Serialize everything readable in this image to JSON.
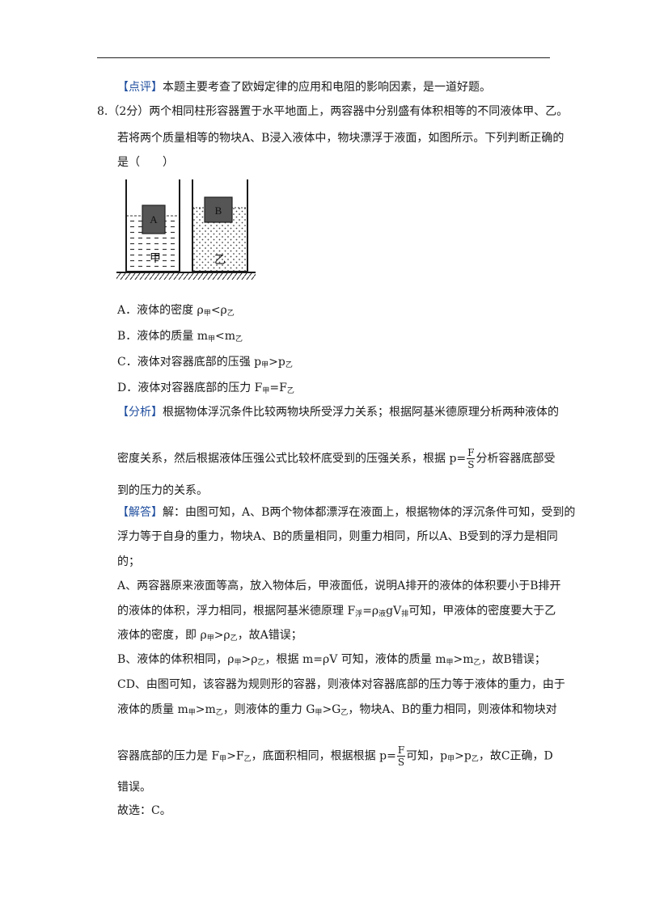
{
  "remark": {
    "tag": "【点评】",
    "text": "本题主要考查了欧姆定律的应用和电阻的影响因素，是一道好题。"
  },
  "question": {
    "line1": "8.（2分）两个相同柱形容器置于水平地面上，两容器中分别盛有体积相等的不同液体甲、乙。",
    "line2": "若将两个质量相等的物块A、B浸入液体中，物块漂浮于液面，如图所示。下列判断正确的",
    "line3": "是（　　）"
  },
  "figure": {
    "block_a": "A",
    "block_b": "B",
    "liquid_jia": "甲",
    "liquid_yi": "乙"
  },
  "options": {
    "a": {
      "pre": "A．液体的密度 ρ",
      "s1": "甲",
      "mid": "<ρ",
      "s2": "乙"
    },
    "b": {
      "pre": "B．液体的质量 m",
      "s1": "甲",
      "mid": "<m",
      "s2": "乙"
    },
    "c": {
      "pre": "C．液体对容器底部的压强 p",
      "s1": "甲",
      "mid": ">p",
      "s2": "乙"
    },
    "d": {
      "pre": "D．液体对容器底部的压力 F",
      "s1": "甲",
      "mid": "=F",
      "s2": "乙"
    }
  },
  "analysis": {
    "tag": "【分析】",
    "line1": "根据物体浮沉条件比较两物块所受浮力关系；根据阿基米德原理分析两种液体的",
    "line2_pre": "密度关系，然后根据液体压强公式比较杯底受到的压强关系，根据 p=",
    "frac_num": "F",
    "frac_den": "S",
    "line2_post": "分析容器底部受",
    "line3": "到的压力的关系。"
  },
  "solution": {
    "tag": "【解答】",
    "l1": "解：由图可知，A、B两个物体都漂浮在液面上，根据物体的浮沉条件可知，受到的",
    "l2": "浮力等于自身的重力，物块A、B的质量相同，则重力相同，所以A、B受到的浮力是相同",
    "l3": "的；",
    "l4": "A、两容器原来液面等高，放入物体后，甲液面低，说明A排开的液体的体积要小于B排开",
    "l5_a": "的液体的体积，浮力相同，根据阿基米德原理 F",
    "l5_s1": "浮",
    "l5_b": "=ρ",
    "l5_s2": "液",
    "l5_c": "gV",
    "l5_s3": "排",
    "l5_d": "可知，甲液体的密度要大于乙",
    "l6_a": "液体的密度，即 ρ",
    "l6_s1": "甲",
    "l6_b": ">ρ",
    "l6_s2": "乙",
    "l6_c": "，故A错误；",
    "l7_a": "B、液体的体积相同，ρ",
    "l7_s1": "甲",
    "l7_b": ">ρ",
    "l7_s2": "乙",
    "l7_c": "，根据 m=ρV 可知，液体的质量 m",
    "l7_s3": "甲",
    "l7_d": ">m",
    "l7_s4": "乙",
    "l7_e": "，故B错误；",
    "l8": "CD、由图可知，该容器为规则形的容器，则液体对容器底部的压力等于液体的重力，由于",
    "l9_a": "液体的质量 m",
    "l9_s1": "甲",
    "l9_b": ">m",
    "l9_s2": "乙",
    "l9_c": "，则液体的重力 G",
    "l9_s3": "甲",
    "l9_d": ">G",
    "l9_s4": "乙",
    "l9_e": "，物块A、B的重力相同，则液体和物块对",
    "l10_a": "容器底部的压力是 F",
    "l10_s1": "甲",
    "l10_b": ">F",
    "l10_s2": "乙",
    "l10_c": "，底面积相同，根据根据 p=",
    "l10_fn": "F",
    "l10_fd": "S",
    "l10_d": "可知，p",
    "l10_s3": "甲",
    "l10_e": ">p",
    "l10_s4": "乙",
    "l10_f": "，故C正确，D",
    "l11": "错误。",
    "l12": "故选：C。"
  }
}
